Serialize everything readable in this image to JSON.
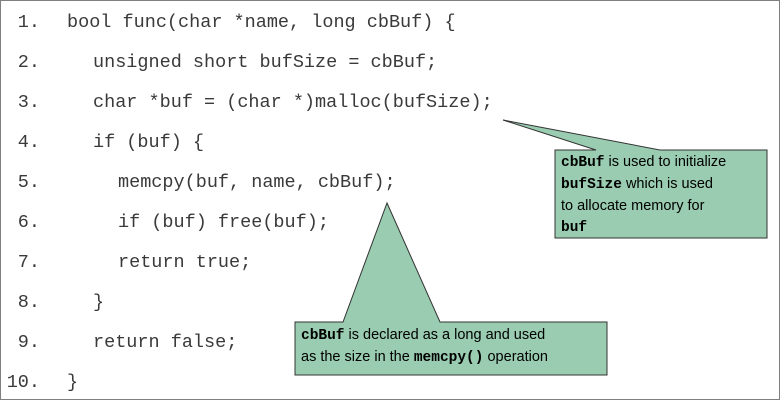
{
  "code_lines": [
    {
      "number": "1.",
      "code": "bool func(char *name, long cbBuf) {"
    },
    {
      "number": "2.",
      "code": "unsigned short bufSize = cbBuf;"
    },
    {
      "number": "3.",
      "code": "char *buf = (char *)malloc(bufSize);"
    },
    {
      "number": "4.",
      "code": "if (buf) {"
    },
    {
      "number": "5.",
      "code": "memcpy(buf, name, cbBuf);"
    },
    {
      "number": "6.",
      "code": "if (buf) free(buf);"
    },
    {
      "number": "7.",
      "code": "return true;"
    },
    {
      "number": "8.",
      "code": "}"
    },
    {
      "number": "9.",
      "code": "return false;"
    },
    {
      "number": "10.",
      "code": "}"
    }
  ],
  "callouts": {
    "top_right": {
      "term_cbBuf": "cbBuf",
      "text_1": " is used to initialize",
      "term_bufSize": "bufSize",
      "text_2": " which is used",
      "text_3": "to allocate memory for",
      "term_buf": "buf"
    },
    "bottom": {
      "term_cbBuf": "cbBuf",
      "text_1": " is declared as a long and used",
      "text_2": "as the size in the ",
      "term_memcpy": "memcpy()",
      "text_3": " operation"
    }
  },
  "colors": {
    "callout_fill": "#99ccb0",
    "callout_border": "#333333",
    "code_text": "#3a3a3a",
    "frame_border": "#7f7f7f"
  }
}
